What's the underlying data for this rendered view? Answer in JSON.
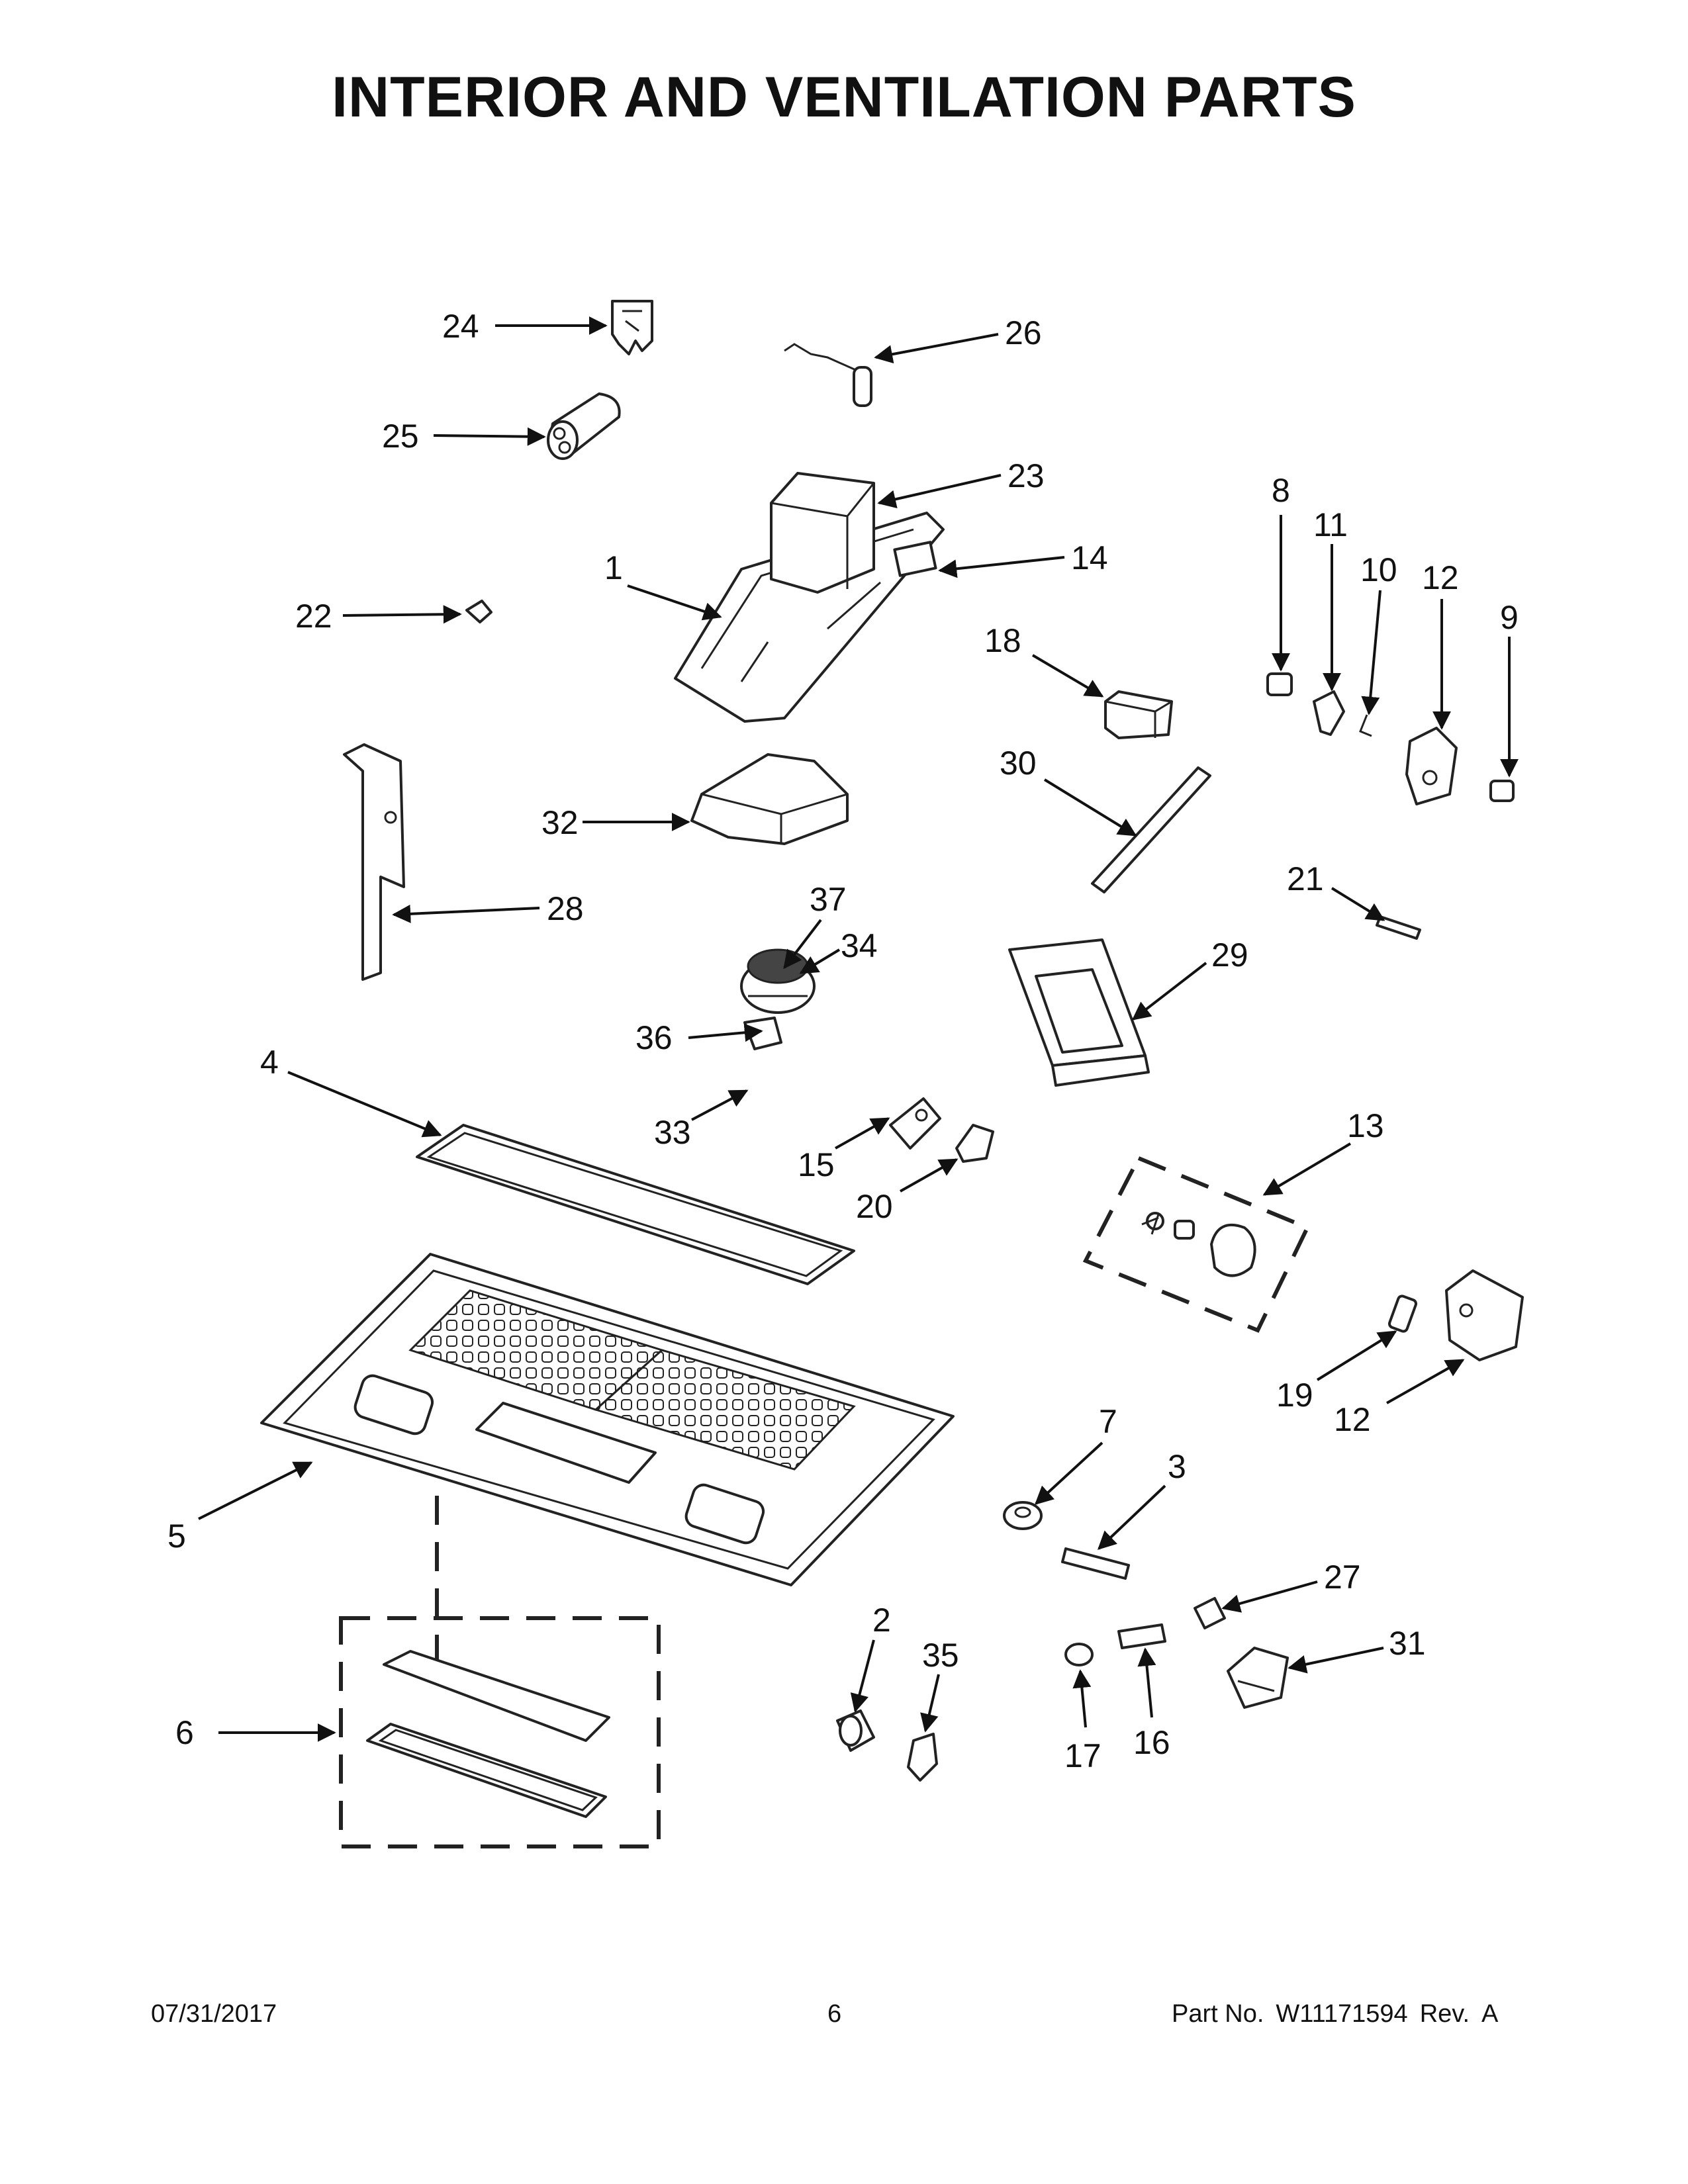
{
  "title": "INTERIOR AND VENTILATION PARTS",
  "callouts": [
    "24",
    "26",
    "25",
    "23",
    "1",
    "14",
    "8",
    "11",
    "10",
    "12",
    "9",
    "22",
    "18",
    "32",
    "30",
    "28",
    "37",
    "34",
    "21",
    "29",
    "36",
    "4",
    "33",
    "15",
    "13",
    "20",
    "19",
    "12",
    "7",
    "3",
    "5",
    "27",
    "2",
    "35",
    "31",
    "6",
    "17",
    "16"
  ],
  "footer": {
    "date": "07/31/2017",
    "page": "6",
    "part_label": "Part No.",
    "part_number": "W11171594",
    "rev_label": "Rev.",
    "rev": "A"
  }
}
